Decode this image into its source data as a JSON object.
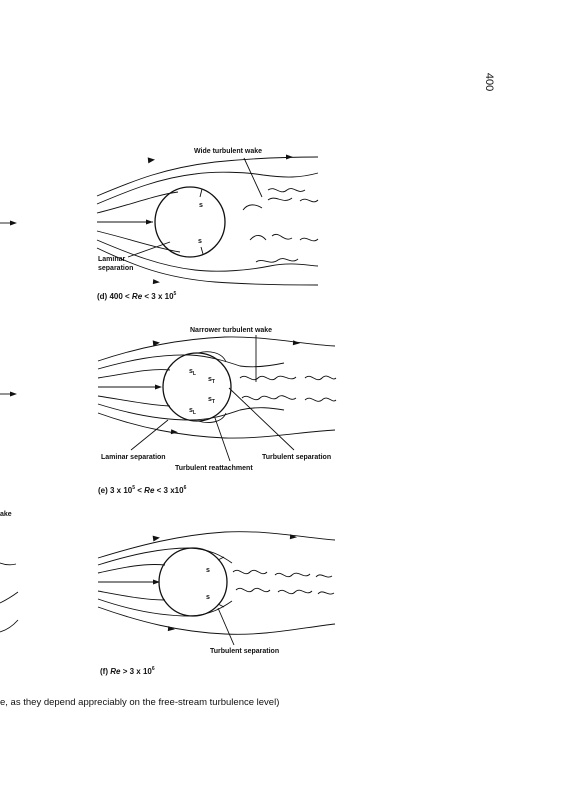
{
  "page_number": "400",
  "fragments": {
    "wake_cut": "ake"
  },
  "panel_d": {
    "wake_label": "Wide turbulent wake",
    "s_top": "s",
    "s_bottom": "s",
    "separation_line1": "Laminar",
    "separation_line2": "separation",
    "caption": {
      "prefix": "(d)  400 <",
      "re": "Re",
      "mid": "< 3 x 10",
      "exp": "5"
    }
  },
  "panel_e": {
    "wake_label": "Narrower turbulent wake",
    "s_letter": "s",
    "sub_l": "L",
    "sub_t": "T",
    "laminar_label": "Laminar separation",
    "turbulent_sep_label": "Turbulent separation",
    "reattach_label": "Turbulent reattachment",
    "caption": {
      "prefix": "(e) 3 x 10",
      "exp1": "5",
      "mid": " <",
      "re": "Re",
      "mid2": "< 3 x10",
      "exp2": "6"
    }
  },
  "panel_f": {
    "s_top": "s",
    "s_bottom": "s",
    "turbulent_sep_label": "Turbulent separation",
    "caption": {
      "prefix": "(f)",
      "re": "Re",
      "mid": "> 3 x 10",
      "exp": "6"
    }
  },
  "footer": "e, as they depend appreciably on the free-stream turbulence level)"
}
